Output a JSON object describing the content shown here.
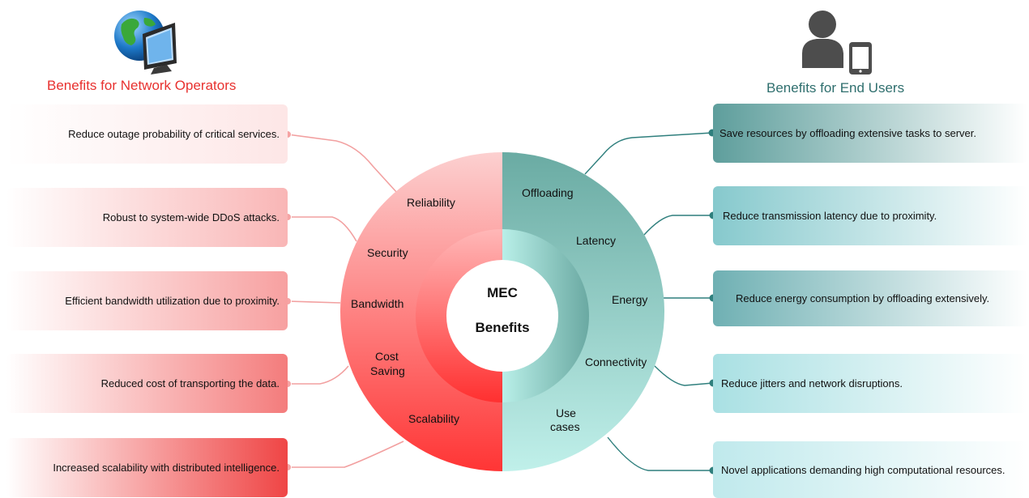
{
  "left": {
    "heading": "Benefits for Network Operators",
    "heading_color": "#e8312f",
    "items": [
      {
        "text": "Reduce outage probability of critical services."
      },
      {
        "text": "Robust to system-wide DDoS attacks."
      },
      {
        "text": "Efficient bandwidth utilization due to proximity."
      },
      {
        "text": "Reduced cost of transporting the data."
      },
      {
        "text": "Increased scalability with distributed intelligence."
      }
    ]
  },
  "right": {
    "heading": "Benefits for End Users",
    "heading_color": "#2f6f6e",
    "items": [
      {
        "text": "Save resources by offloading extensive tasks to server."
      },
      {
        "text": "Reduce transmission latency due to proximity."
      },
      {
        "text": "Reduce energy consumption by offloading extensively."
      },
      {
        "text": "Reduce jitters and network disruptions."
      },
      {
        "text": "Novel applications demanding high computational resources."
      }
    ]
  },
  "center": {
    "line1": "MEC",
    "line2": "Benefits"
  },
  "left_segments": [
    "Reliability",
    "Security",
    "Bandwidth",
    "Cost",
    "Saving",
    "Scalability"
  ],
  "right_segments": [
    "Offloading",
    "Latency",
    "Energy",
    "Connectivity",
    "Use",
    "cases"
  ],
  "colors": {
    "red_light": "#fcd0d0",
    "red_dark": "#ff3535",
    "teal_dark": "#6aaba3",
    "teal_light": "#c0f0ea",
    "left_line": "#f2a0a0",
    "right_line": "#2f7f7d"
  },
  "icons": {
    "left": "globe-monitor-icon",
    "right": "user-phone-icon"
  }
}
